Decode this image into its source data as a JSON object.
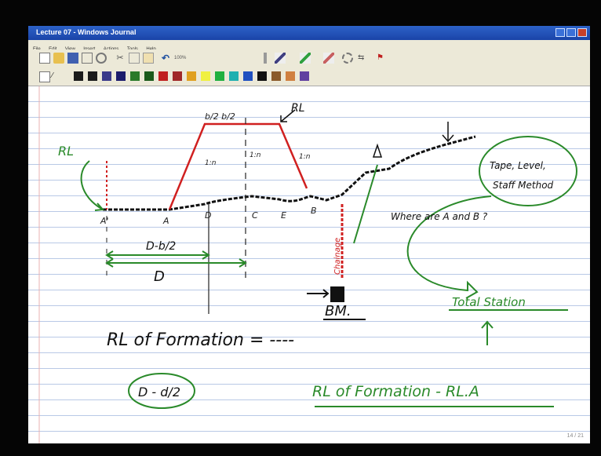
{
  "window": {
    "title": "Lecture 07 - Windows Journal"
  },
  "menu": [
    "File",
    "Edit",
    "View",
    "Insert",
    "Actions",
    "Tools",
    "Help"
  ],
  "palette": [
    "#1b1b1b",
    "#1b1b1b",
    "#3a3a8a",
    "#1c1c6c",
    "#2a7a2a",
    "#1a5a1a",
    "#c02020",
    "#a02828",
    "#e0a020",
    "#f0f040",
    "#20b040",
    "#20b0b0",
    "#2050c0",
    "#101010",
    "#8a5a2a",
    "#d08040",
    "#6040a0"
  ],
  "notes": {
    "rl_left": "RL",
    "rl_top": "RL",
    "width_label": "b/2  b/2",
    "slope_left": "1:n",
    "slope_right": "1:n",
    "slope_mid": "1:n",
    "pt_aprime": "A'",
    "pt_a": "A",
    "pt_d": "D",
    "pt_c": "C",
    "pt_e": "E",
    "pt_b": "B",
    "dim_d_half": "D-b/2",
    "dim_d": "D",
    "chainage": "Chainage",
    "bm": "BM.",
    "tape_level": "Tape, Level,",
    "staff_method": "Staff Method",
    "question": "Where are A and B ?",
    "total_station": "Total Station",
    "rl_formation": "RL of Formation = ----",
    "formula": "D - d/2",
    "rl_formation2": "RL of Formation - RL.A"
  },
  "page_number": "14 / 21"
}
